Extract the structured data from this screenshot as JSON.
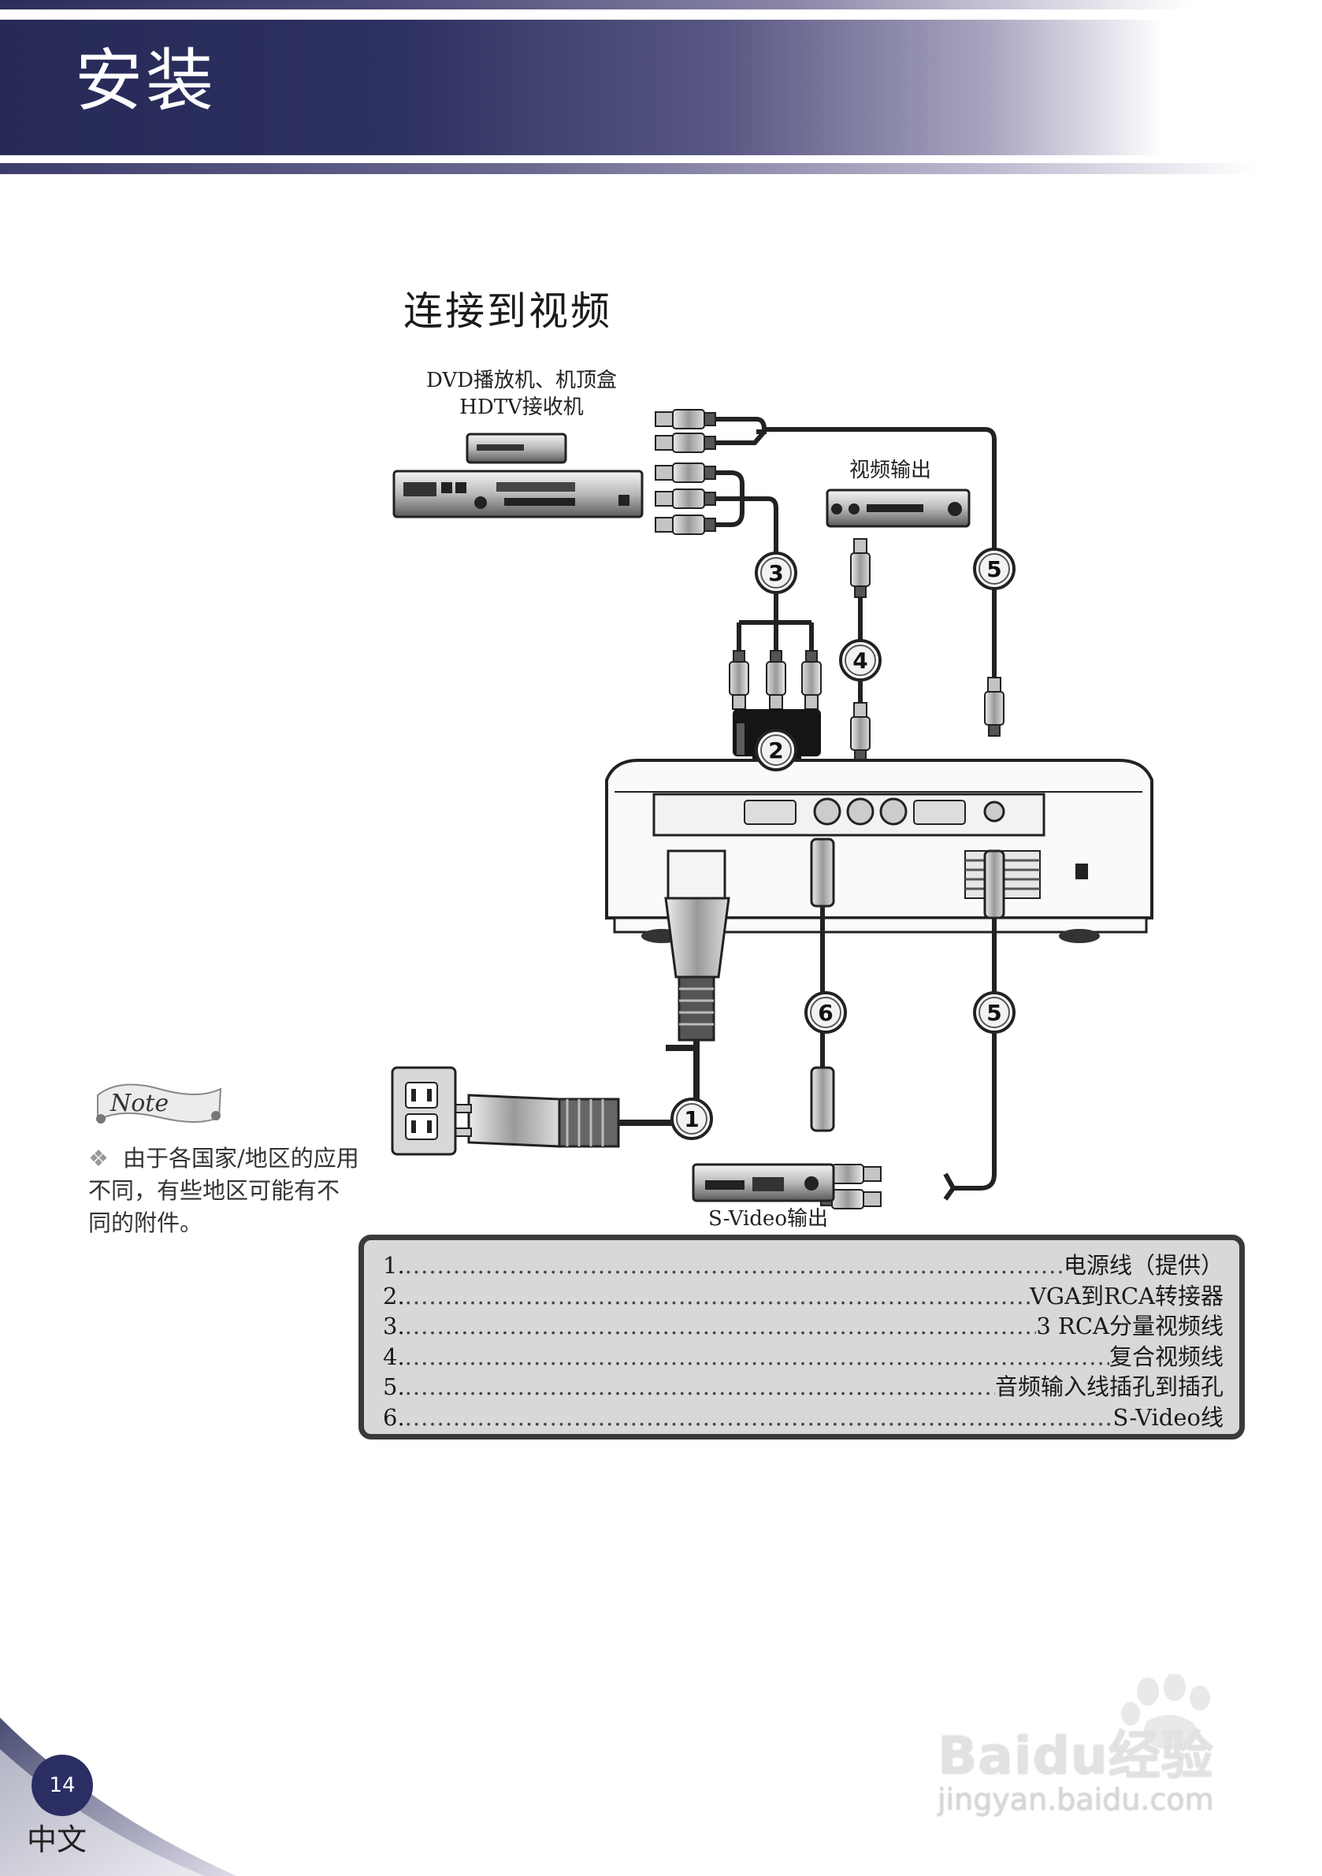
{
  "header": {
    "title": "安装"
  },
  "section_title": "连接到视频",
  "diagram": {
    "dvd_label_line1": "DVD播放机、机顶盒",
    "dvd_label_line2": "HDTV接收机",
    "video_out_label": "视频输出",
    "svideo_out_label": "S-Video输出",
    "callouts": [
      "1",
      "2",
      "3",
      "4",
      "5",
      "5",
      "6"
    ]
  },
  "note": {
    "badge": "Note",
    "bullet": "❖",
    "text": "由于各国家/地区的应用不同，有些地区可能有不同的附件。"
  },
  "legend": [
    {
      "num": "1.",
      "text": "电源线（提供）"
    },
    {
      "num": "2.",
      "text": "VGA到RCA转接器"
    },
    {
      "num": "3.",
      "text": "3 RCA分量视频线"
    },
    {
      "num": "4.",
      "text": "复合视频线"
    },
    {
      "num": "5.",
      "text": "音频输入线插孔到插孔"
    },
    {
      "num": "6.",
      "text": "S-Video线"
    }
  ],
  "footer": {
    "page_number": "14",
    "language": "中文"
  },
  "watermark": {
    "brand": "Baidu经验",
    "url": "jingyan.baidu.com"
  }
}
